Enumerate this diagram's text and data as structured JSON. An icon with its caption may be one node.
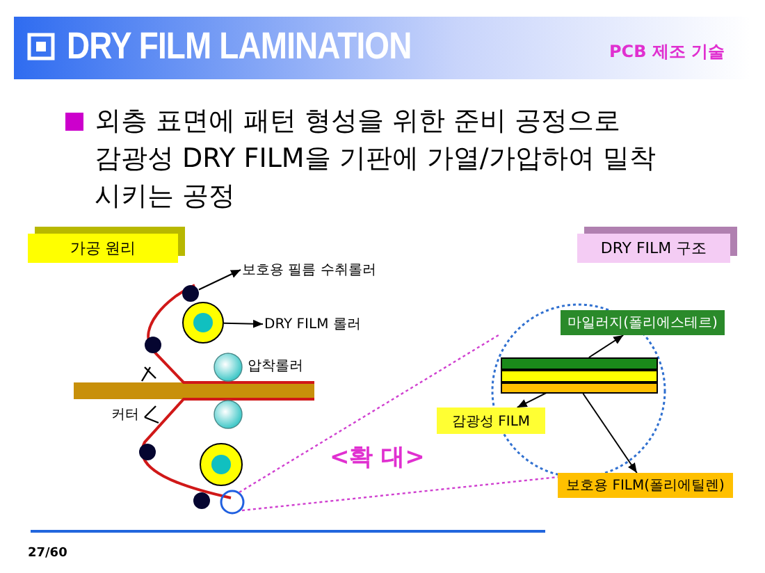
{
  "diagram": {
    "title": "DRY FILM LAMINATION",
    "nodes": [
      {
        "text": [
          "가공 원리"
        ]
      },
      {
        "text": [
          "DRY FILM 구조"
        ]
      },
      {
        "text": [
          "보호용 필름 수취롤러"
        ]
      },
      {
        "text": [],
        "shape": "circle"
      },
      {
        "text": [
          "DRY FILM 롤러"
        ]
      },
      {
        "text": [],
        "shape": "circle"
      },
      {
        "text": [
          "마일러지(폴리에스테르)"
        ]
      },
      {
        "text": [],
        "shape": "bar"
      },
      {
        "text": [],
        "shape": "bar"
      },
      {
        "text": [],
        "shape": "bar"
      },
      {
        "text": [
          "감광성 FILM"
        ]
      },
      {
        "text": [
          "보호용 FILM(폴리에틸렌)"
        ]
      }
    ],
    "edges": [
      {
        "from": 3,
        "to": 2,
        "arrow": "to"
      },
      {
        "from": 5,
        "to": 4,
        "arrow": "to"
      },
      {
        "from": 7,
        "to": 6,
        "arrow": "to"
      },
      {
        "from": 8,
        "to": 10,
        "arrow": "to"
      },
      {
        "from": 9,
        "to": 11,
        "arrow": "to"
      }
    ],
    "labels": [
      "PCB 제조 기술",
      "외층 표면에 패턴 형성을 위한 준비 공정으로 감광성 DRY FILM을 기판에 가열/가압하여 밀착 시키는 공정",
      "압착롤러",
      "커터",
      "<확 대>",
      "27/60"
    ]
  }
}
